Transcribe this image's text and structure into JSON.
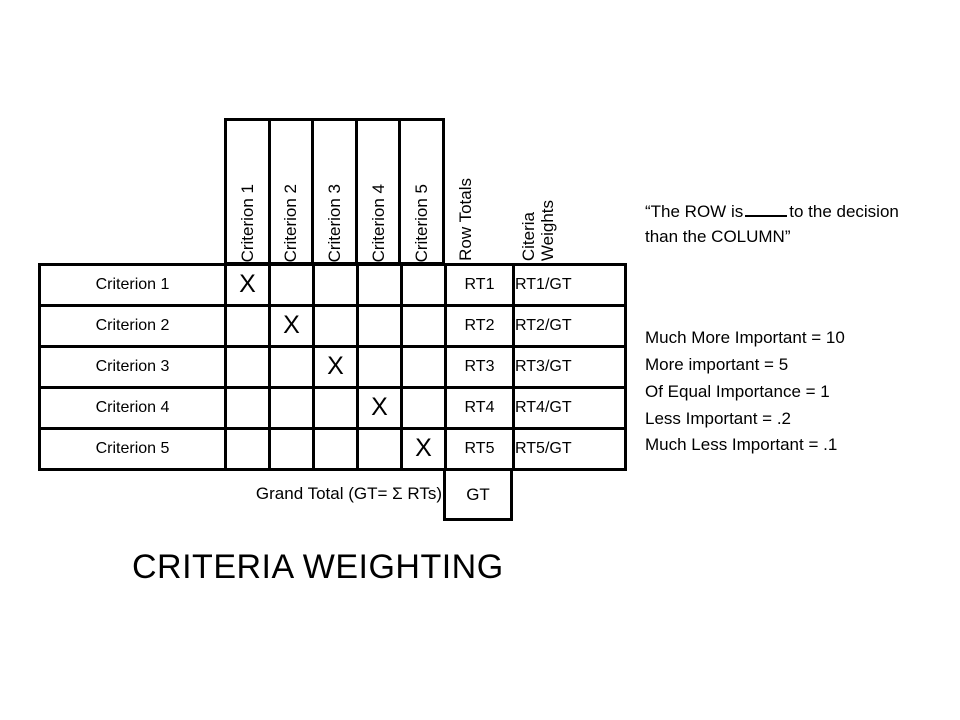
{
  "title": "CRITERIA WEIGHTING",
  "matrix": {
    "column_headers": [
      "Criterion 1",
      "Criterion 2",
      "Criterion 3",
      "Criterion 4",
      "Criterion 5"
    ],
    "row_totals_header": "Row Totals",
    "criteria_weights_header_line1": "Citeria",
    "criteria_weights_header_line2": "Weights",
    "rows": [
      {
        "label": "Criterion 1",
        "cells": [
          "X",
          "",
          "",
          "",
          ""
        ],
        "row_total": "RT1",
        "weight": "RT1/GT"
      },
      {
        "label": "Criterion 2",
        "cells": [
          "",
          "X",
          "",
          "",
          ""
        ],
        "row_total": "RT2",
        "weight": "RT2/GT"
      },
      {
        "label": "Criterion 3",
        "cells": [
          "",
          "",
          "X",
          "",
          ""
        ],
        "row_total": "RT3",
        "weight": "RT3/GT"
      },
      {
        "label": "Criterion 4",
        "cells": [
          "",
          "",
          "",
          "X",
          ""
        ],
        "row_total": "RT4",
        "weight": "RT4/GT"
      },
      {
        "label": "Criterion 5",
        "cells": [
          "",
          "",
          "",
          "",
          "X"
        ],
        "row_total": "RT5",
        "weight": "RT5/GT"
      }
    ],
    "grand_total_label": "Grand Total (GT= Σ RTs)",
    "grand_total_value": "GT"
  },
  "instructions": {
    "quote_part1": "“The ROW is",
    "quote_part2": "to the decision than the COLUMN”"
  },
  "legend": {
    "items": [
      "Much More Important = 10",
      "More important = 5",
      "Of Equal Importance = 1",
      "Less Important = .2",
      "Much Less Important = .1"
    ]
  },
  "colors": {
    "background": "#ffffff",
    "line": "#000000",
    "text": "#000000"
  }
}
